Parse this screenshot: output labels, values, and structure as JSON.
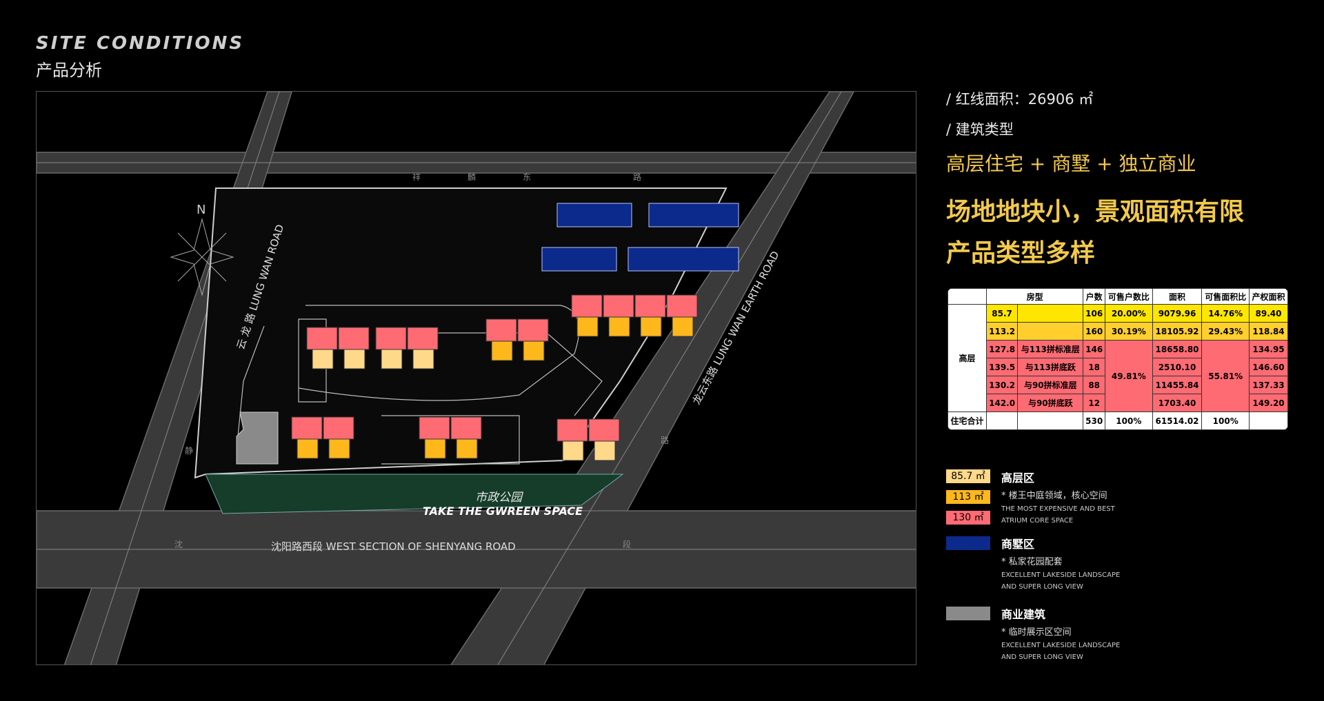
{
  "header": {
    "en": "SITE CONDITIONS",
    "cn": "产品分析"
  },
  "info": {
    "area": "/ 红线面积：26906 ㎡",
    "type_label": "/ 建筑类型",
    "type_value": "高层住宅 + 商墅 + 独立商业",
    "slogan1": "场地地块小，景观面积有限",
    "slogan2": "产品类型多样"
  },
  "map": {
    "road_north": [
      "祥",
      "麟",
      "东",
      "路"
    ],
    "road_west": "云 龙 路 LUNG WAN ROAD",
    "road_east": "龙云东路 LUNG WAN EARTH ROAD",
    "road_south": "沈阳路西段 WEST SECTION OF SHENYANG ROAD",
    "road_south_marks": [
      "沈",
      "段"
    ],
    "road_west_mark": "静",
    "road_east_mark": "路",
    "park_cn": "市政公园",
    "park_en": "TAKE THE GWREEN SPACE",
    "north": "N"
  },
  "table": {
    "headers": [
      "房型",
      "户数",
      "可售户数比",
      "面积",
      "可售面积比",
      "产权面积"
    ],
    "group": "高层",
    "rows": [
      {
        "size": "85.7",
        "type": "",
        "units": "106",
        "ratio": "20.00%",
        "area": "9079.96",
        "aratio": "14.76%",
        "prop": "89.40"
      },
      {
        "size": "113.2",
        "type": "",
        "units": "160",
        "ratio": "30.19%",
        "area": "18105.92",
        "aratio": "29.43%",
        "prop": "118.84"
      },
      {
        "size": "127.8",
        "type": "与113拼标准层",
        "units": "146",
        "area": "18658.80",
        "prop": "134.95"
      },
      {
        "size": "139.5",
        "type": "与113拼底跃",
        "units": "18",
        "area": "2510.10",
        "prop": "146.60"
      },
      {
        "size": "130.2",
        "type": "与90拼标准层",
        "units": "88",
        "area": "11455.84",
        "prop": "137.33"
      },
      {
        "size": "142.0",
        "type": "与90拼底跃",
        "units": "12",
        "area": "1703.40",
        "prop": "149.20"
      }
    ],
    "merged_ratio": "49.81%",
    "merged_aratio": "55.81%",
    "total": {
      "label": "住宅合计",
      "units": "530",
      "ratio": "100%",
      "area": "61514.02",
      "aratio": "100%"
    }
  },
  "legend": {
    "high": {
      "sw1": "85.7 ㎡",
      "sw2": "113 ㎡",
      "sw3": "130 ㎡",
      "title": "高层区",
      "sub": "* 楼王中庭领域，核心空间",
      "en1": "THE MOST EXPENSIVE AND BEST",
      "en2": "ATRIUM CORE SPACE"
    },
    "villa": {
      "title": "商墅区",
      "sub": "* 私家花园配套",
      "en1": "EXCELLENT LAKESIDE LANDSCAPE",
      "en2": "AND SUPER LONG VIEW"
    },
    "commercial": {
      "title": "商业建筑",
      "sub": "* 临时展示区空间",
      "en1": "EXCELLENT LAKESIDE LANDSCAPE",
      "en2": "AND SUPER LONG VIEW"
    }
  },
  "colors": {
    "light": "#ffd98a",
    "yellow": "#ffb81c",
    "red": "#ff6b73",
    "blue": "#0b2a8c",
    "gray": "#8a8a8a",
    "park": "#163d2a",
    "road": "#3a3a3a"
  }
}
